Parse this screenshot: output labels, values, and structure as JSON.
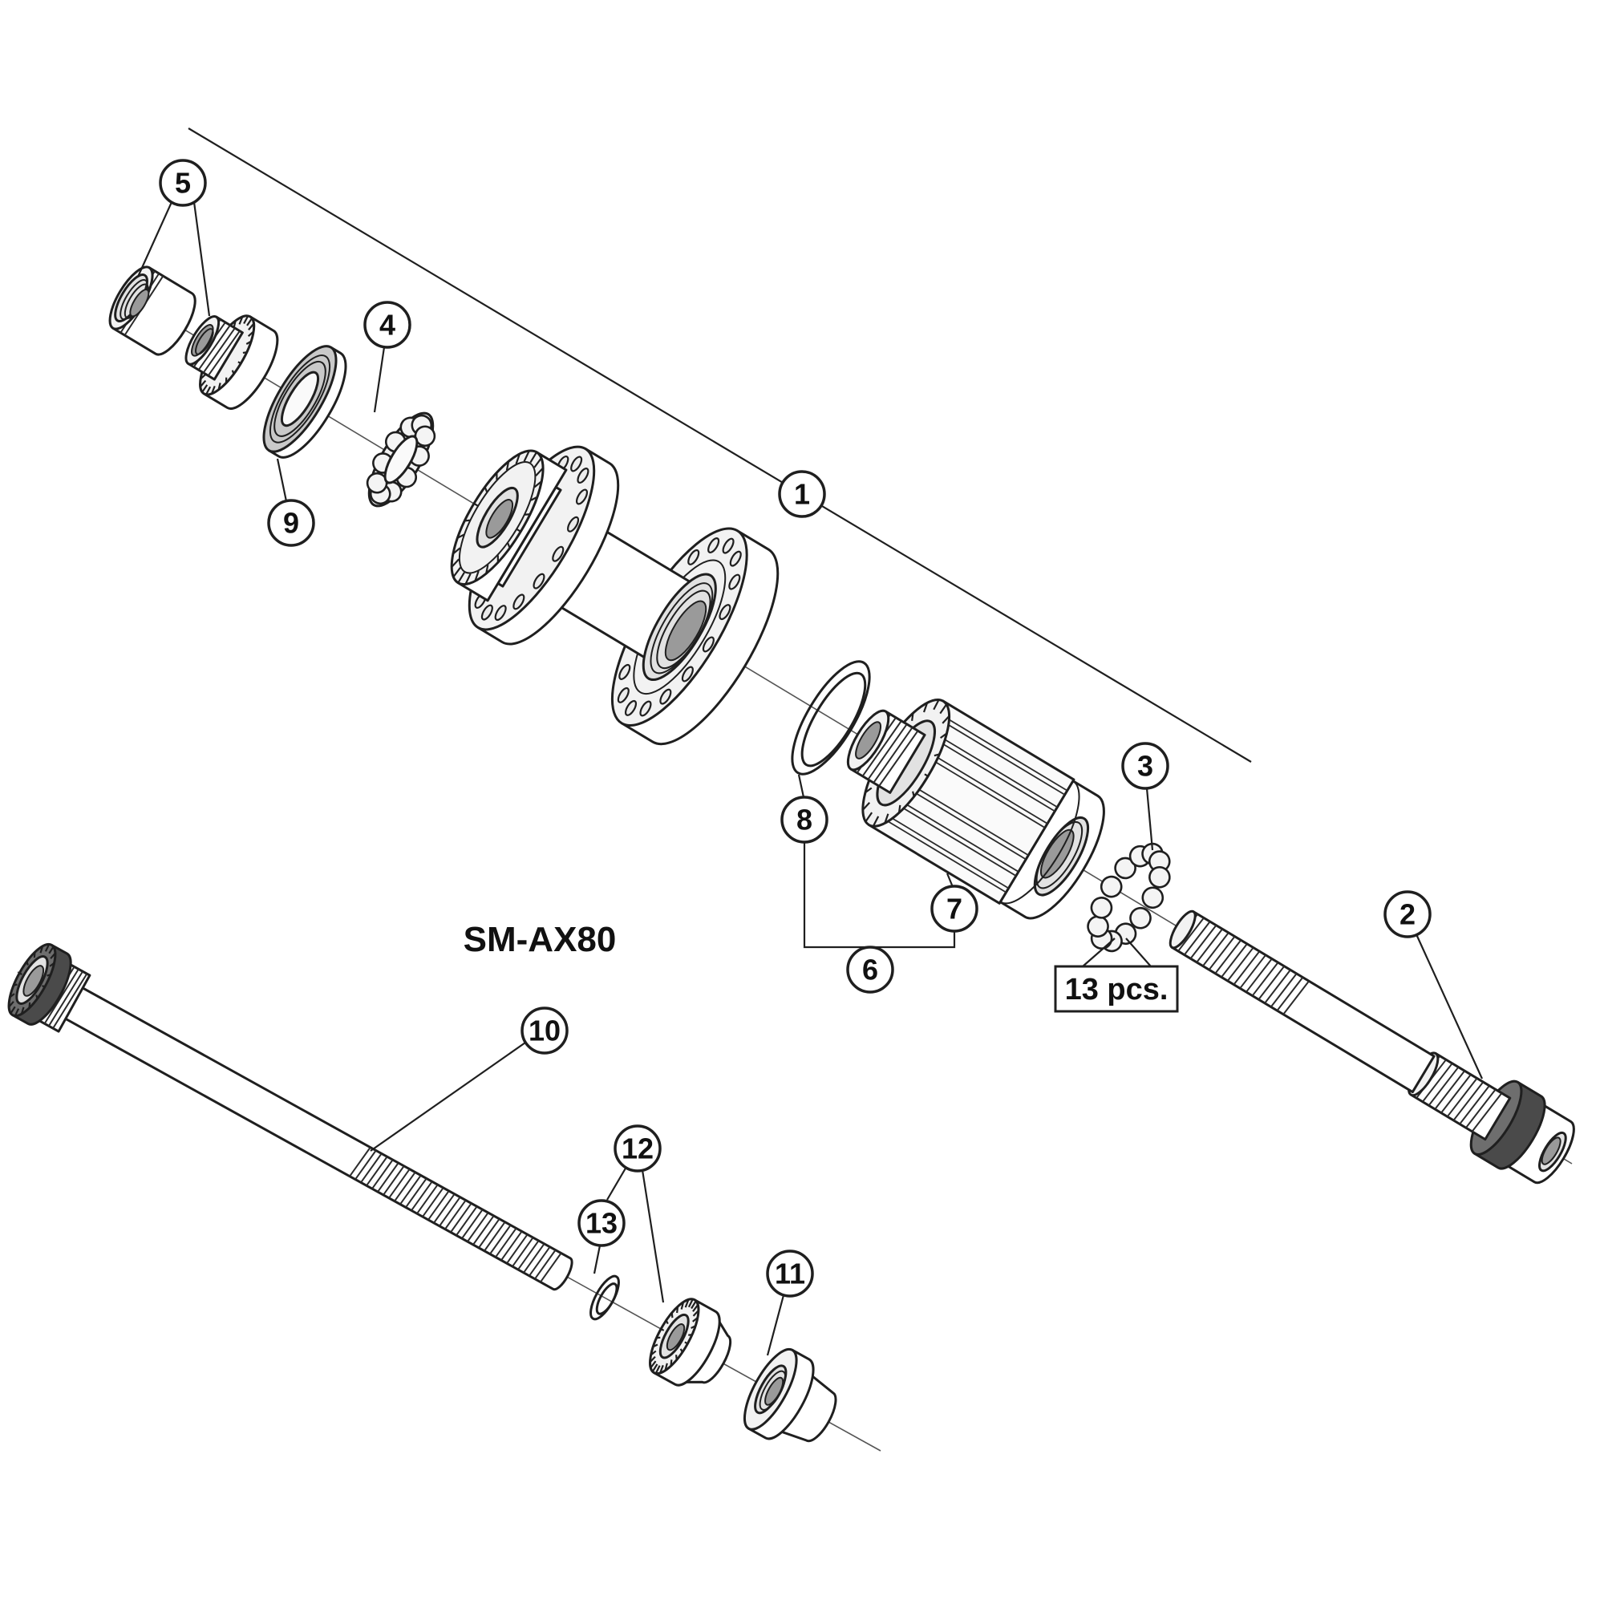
{
  "diagram": {
    "model_label": "SM-AX80",
    "quantity_note": "13 pcs.",
    "callouts": {
      "c1": "1",
      "c2": "2",
      "c3": "3",
      "c4": "4",
      "c5": "5",
      "c6": "6",
      "c7": "7",
      "c8": "8",
      "c9": "9",
      "c10": "10",
      "c11": "11",
      "c12": "12",
      "c13": "13"
    },
    "colors": {
      "ink": "#1f1f1f",
      "background": "#ffffff"
    }
  }
}
